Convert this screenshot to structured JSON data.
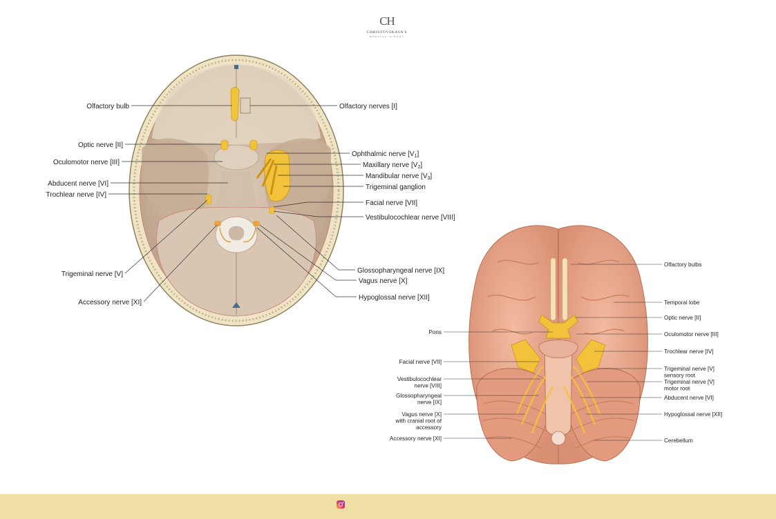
{
  "logo": {
    "monogram": "CH",
    "name": "CHRISTOVSKAYA'S",
    "subtitle": "MEDICAL SCHOOL"
  },
  "skull": {
    "labels_left": [
      {
        "id": "olfactory-bulb",
        "text": "Olfactory bulb"
      },
      {
        "id": "optic-nerve",
        "text": "Optic nerve [II]"
      },
      {
        "id": "oculomotor-nerve",
        "text": "Oculomotor nerve [III]"
      },
      {
        "id": "abducent-nerve",
        "text": "Abducent nerve [VI]"
      },
      {
        "id": "trochlear-nerve",
        "text": "Trochlear nerve [IV]"
      },
      {
        "id": "trigeminal-nerve",
        "text": "Trigeminal nerve [V]"
      },
      {
        "id": "accessory-nerve",
        "text": "Accessory nerve [XI]"
      }
    ],
    "labels_right": [
      {
        "id": "olfactory-nerves",
        "text": "Olfactory nerves [I]"
      },
      {
        "id": "ophthalmic-nerve",
        "text": "Ophthalmic nerve [V",
        "sub": "1",
        "end": "]"
      },
      {
        "id": "maxillary-nerve",
        "text": "Maxillary nerve [V",
        "sub": "2",
        "end": "]"
      },
      {
        "id": "mandibular-nerve",
        "text": "Mandibular nerve [V",
        "sub": "3",
        "end": "]"
      },
      {
        "id": "trigeminal-ganglion",
        "text": "Trigeminal ganglion"
      },
      {
        "id": "facial-nerve",
        "text": "Facial nerve [VII]"
      },
      {
        "id": "vestibulocochlear-nerve",
        "text": "Vestibulocochlear nerve [VIII]"
      },
      {
        "id": "glossopharyngeal-nerve",
        "text": "Glossopharyngeal nerve [IX]"
      },
      {
        "id": "vagus-nerve",
        "text": "Vagus nerve [X]"
      },
      {
        "id": "hypoglossal-nerve",
        "text": "Hypoglossal nerve [XII]"
      }
    ]
  },
  "brain": {
    "labels_left": [
      {
        "id": "pons",
        "lines": [
          "Pons"
        ]
      },
      {
        "id": "facial-nerve",
        "lines": [
          "Facial nerve [VII]"
        ]
      },
      {
        "id": "vestibulocochlear-nerve",
        "lines": [
          "Vestibulocochlear",
          "nerve [VIII]"
        ]
      },
      {
        "id": "glossopharyngeal-nerve",
        "lines": [
          "Glossopharyngeal",
          "nerve [IX]"
        ]
      },
      {
        "id": "vagus-nerve",
        "lines": [
          "Vagus nerve [X]",
          "with cranial root of",
          "accessory"
        ]
      },
      {
        "id": "accessory-nerve",
        "lines": [
          "Accessory nerve [XI]"
        ]
      }
    ],
    "labels_right": [
      {
        "id": "olfactory-bulbs",
        "lines": [
          "Olfactory bulbs"
        ]
      },
      {
        "id": "temporal-lobe",
        "lines": [
          "Temporal lobe"
        ]
      },
      {
        "id": "optic-nerve",
        "lines": [
          "Optic nerve [II]"
        ]
      },
      {
        "id": "oculomotor-nerve",
        "lines": [
          "Oculomotor nerve [III]"
        ]
      },
      {
        "id": "trochlear-nerve",
        "lines": [
          "Trochlear nerve [IV]"
        ]
      },
      {
        "id": "trigeminal-sensory-root",
        "lines": [
          "Trigeminal nerve [V]",
          "sensory root"
        ]
      },
      {
        "id": "trigeminal-motor-root",
        "lines": [
          "Trigeminal nerve [V]",
          "motor root"
        ]
      },
      {
        "id": "abducent-nerve",
        "lines": [
          "Abducent nerve [VI]"
        ]
      },
      {
        "id": "hypoglossal-nerve",
        "lines": [
          "Hypoglossal nerve [XII]"
        ]
      },
      {
        "id": "cerebellum",
        "lines": [
          "Cerebellum"
        ]
      }
    ]
  },
  "footer": {
    "icon": "instagram-icon"
  },
  "colors": {
    "footer": "#efdfa4",
    "nerve": "#f2c23a",
    "bone": "#e6ddc8",
    "fossa": "#ccb6a0",
    "brain": "#e9a98c"
  }
}
